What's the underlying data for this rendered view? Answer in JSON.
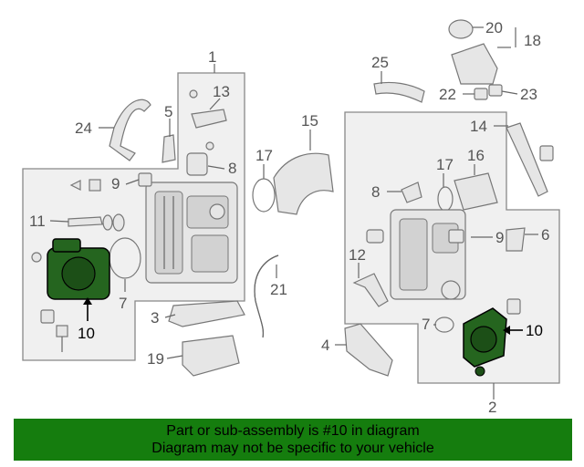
{
  "callouts": {
    "c1": "1",
    "c2": "2",
    "c3": "3",
    "c4": "4",
    "c5": "5",
    "c6": "6",
    "c7a": "7",
    "c7b": "7",
    "c8a": "8",
    "c8b": "8",
    "c9a": "9",
    "c9b": "9",
    "c10a": "10",
    "c10b": "10",
    "c11": "11",
    "c12": "12",
    "c13": "13",
    "c14": "14",
    "c15": "15",
    "c16": "16",
    "c17a": "17",
    "c17b": "17",
    "c18": "18",
    "c19": "19",
    "c20": "20",
    "c21": "21",
    "c22": "22",
    "c23": "23",
    "c24": "24",
    "c25": "25"
  },
  "highlight_color": "#157d0e",
  "banner": {
    "line1": "Part or sub-assembly is #10 in diagram",
    "line2": "Diagram may not be specific to your vehicle"
  }
}
